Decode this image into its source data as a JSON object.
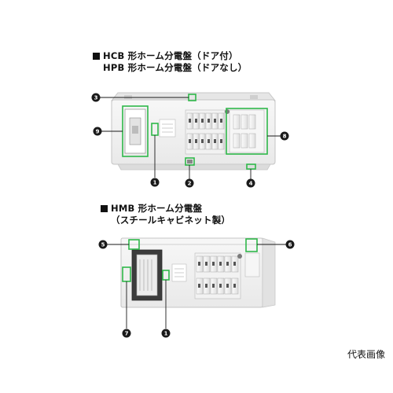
{
  "section1": {
    "line1": "HCB 形ホーム分電盤（ドア付）",
    "line2": "HPB 形ホーム分電盤（ドアなし）"
  },
  "section2": {
    "line1": "HMB 形ホーム分電盤",
    "line2": "（スチールキャビネット製）"
  },
  "markers": {
    "m1": "1",
    "m2": "2",
    "m3": "3",
    "m4": "4",
    "m5": "5",
    "m6": "6",
    "m7": "7",
    "m8": "8",
    "m9": "9"
  },
  "caption": "代表画像",
  "colors": {
    "highlight": "#2fb84a",
    "marker": "#1a1a1a"
  }
}
